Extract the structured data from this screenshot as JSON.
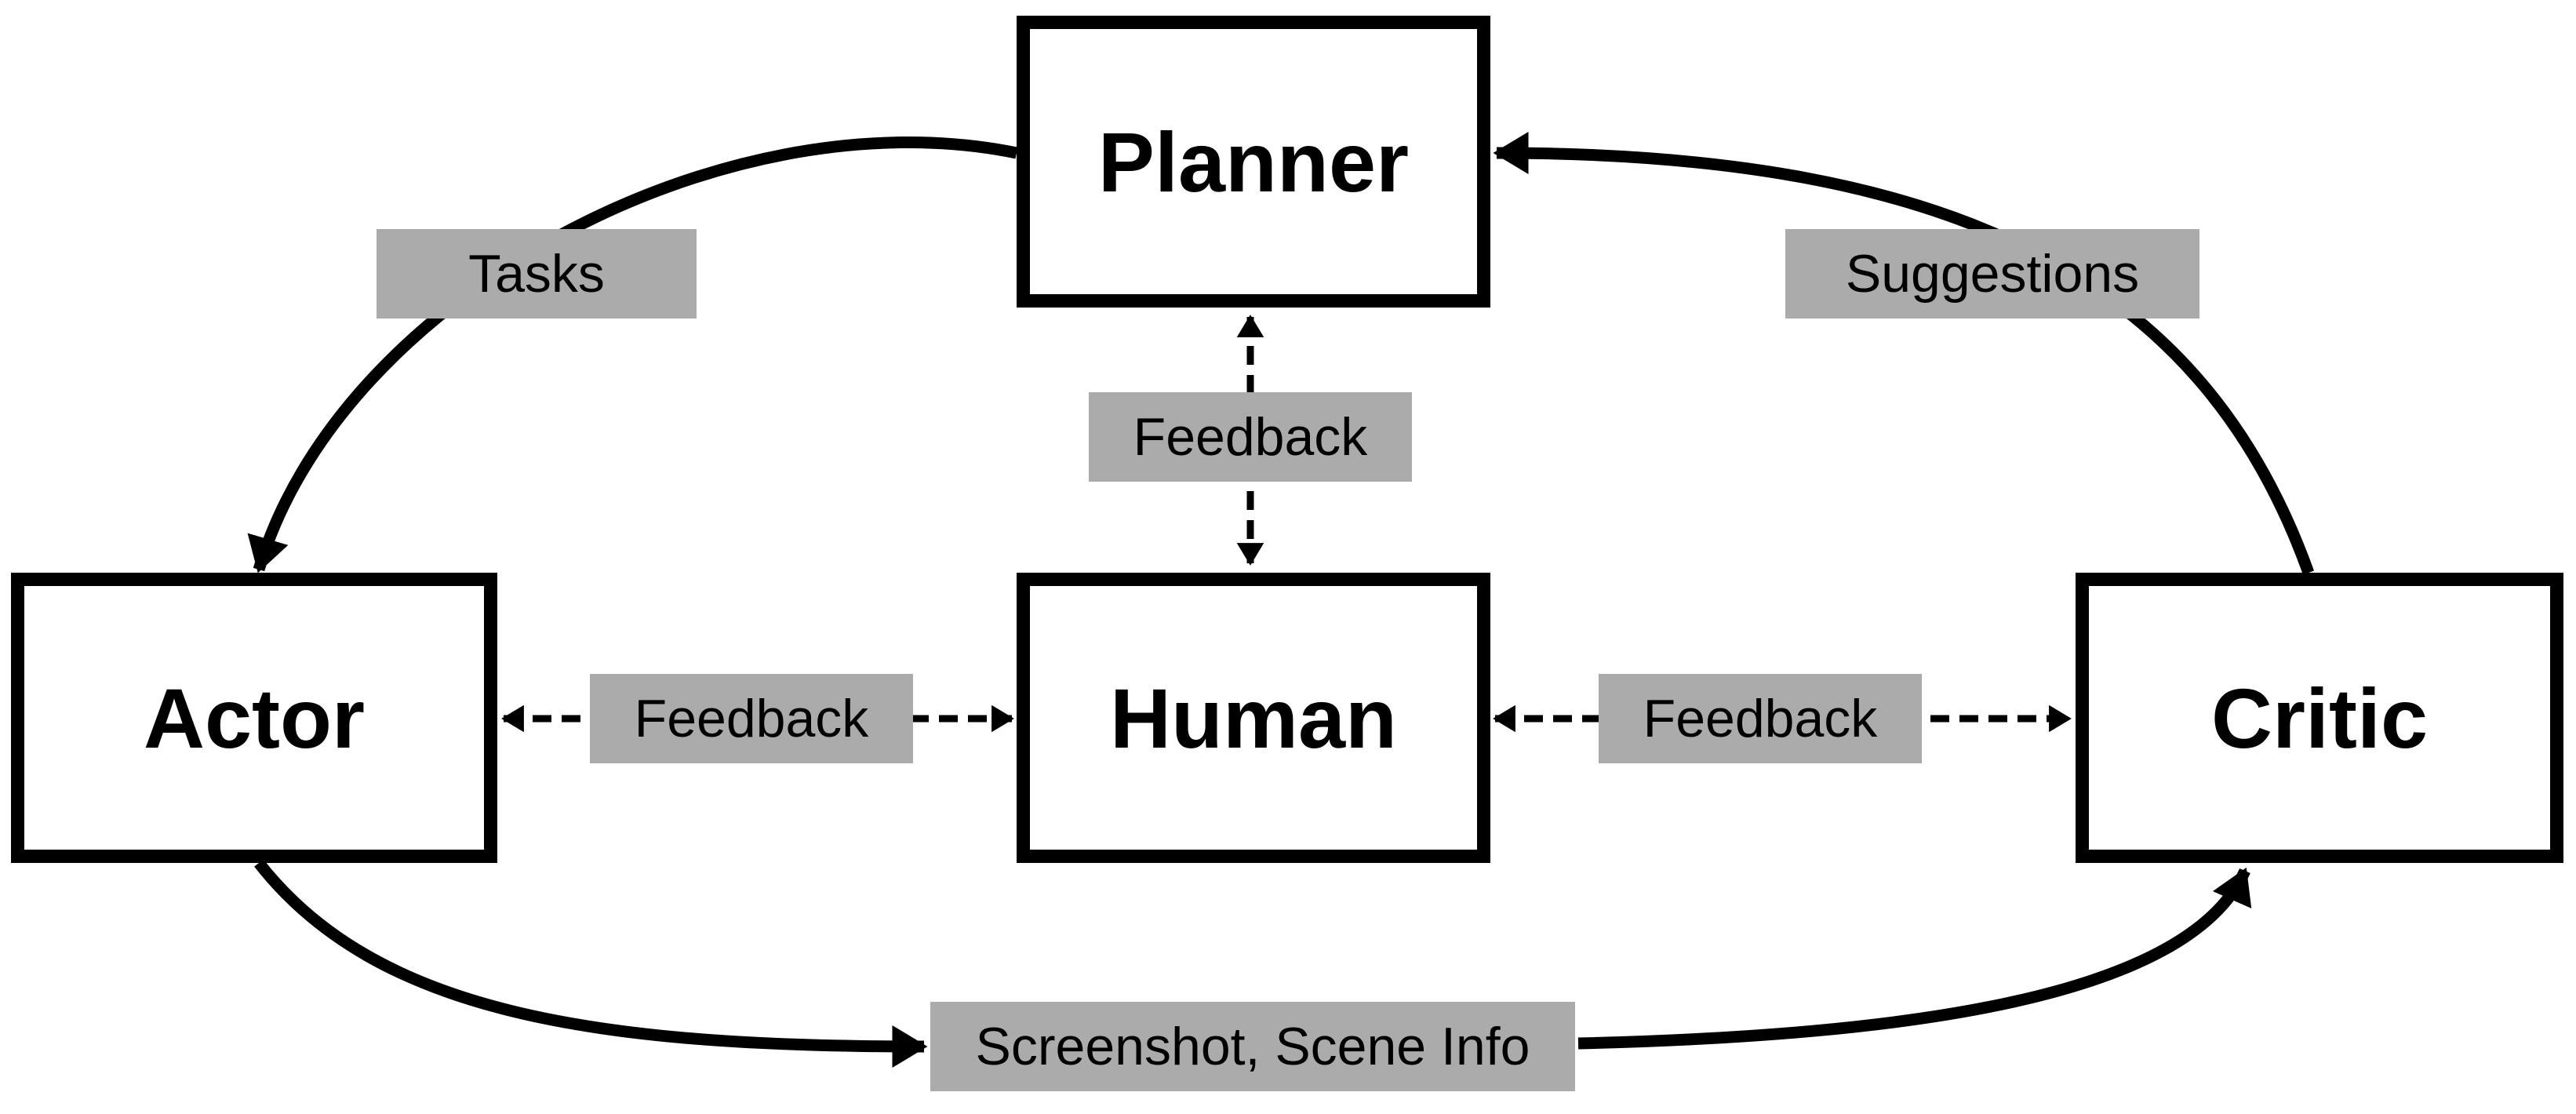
{
  "colors": {
    "background": "#ffffff",
    "line": "#000000",
    "node_fill": "#ffffff",
    "node_border": "#000000",
    "label_background": "#ababab",
    "text": "#000000"
  },
  "nodes": {
    "planner": {
      "label": "Planner"
    },
    "actor": {
      "label": "Actor"
    },
    "human": {
      "label": "Human"
    },
    "critic": {
      "label": "Critic"
    }
  },
  "edges": {
    "tasks": {
      "label": "Tasks"
    },
    "suggestions": {
      "label": "Suggestions"
    },
    "feedback_planner_human": {
      "label": "Feedback"
    },
    "feedback_actor_human": {
      "label": "Feedback"
    },
    "feedback_human_critic": {
      "label": "Feedback"
    },
    "screenshot_scene_info": {
      "label": "Screenshot, Scene Info"
    }
  }
}
